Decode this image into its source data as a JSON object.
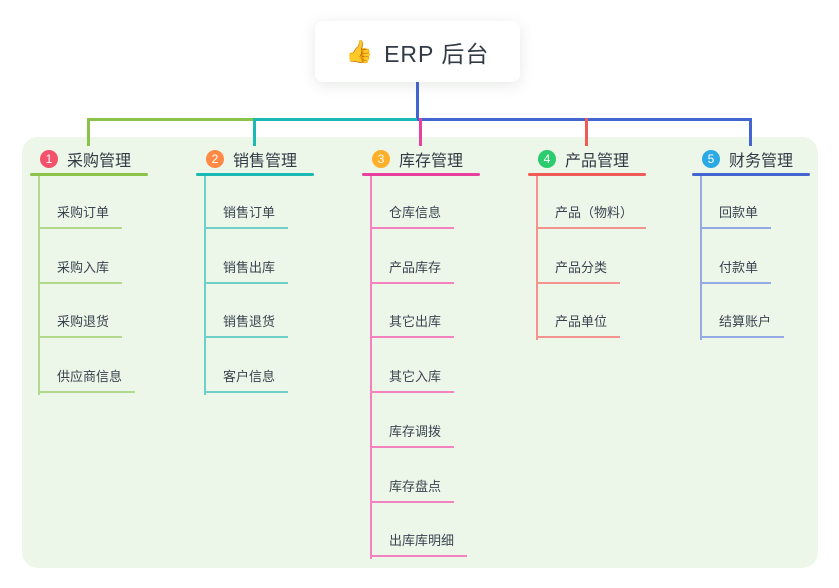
{
  "root": {
    "icon": "👍",
    "label": "ERP 后台"
  },
  "panel_color": "#ecf7e9",
  "root_connector_color": "#4365d2",
  "branches": [
    {
      "num": "1",
      "label": "采购管理",
      "badge_color": "#f4516c",
      "line_color": "#8bc34a",
      "light_color": "#b2d98c",
      "children": [
        "采购订单",
        "采购入库",
        "采购退货",
        "供应商信息"
      ]
    },
    {
      "num": "2",
      "label": "销售管理",
      "badge_color": "#ff8a45",
      "line_color": "#1ab9b3",
      "light_color": "#6fd0ca",
      "children": [
        "销售订单",
        "销售出库",
        "销售退货",
        "客户信息"
      ]
    },
    {
      "num": "3",
      "label": "库存管理",
      "badge_color": "#ffaf29",
      "line_color": "#e8409e",
      "light_color": "#f283c0",
      "children": [
        "仓库信息",
        "产品库存",
        "其它出库",
        "其它入库",
        "库存调拨",
        "库存盘点",
        "出库库明细"
      ]
    },
    {
      "num": "4",
      "label": "产品管理",
      "badge_color": "#2dcb70",
      "line_color": "#f05a57",
      "light_color": "#f5938f",
      "children": [
        "产品（物料）",
        "产品分类",
        "产品单位"
      ]
    },
    {
      "num": "5",
      "label": "财务管理",
      "badge_color": "#2ba9e4",
      "line_color": "#4365d2",
      "light_color": "#93aae2",
      "children": [
        "回款单",
        "付款单",
        "结算账户"
      ]
    }
  ]
}
